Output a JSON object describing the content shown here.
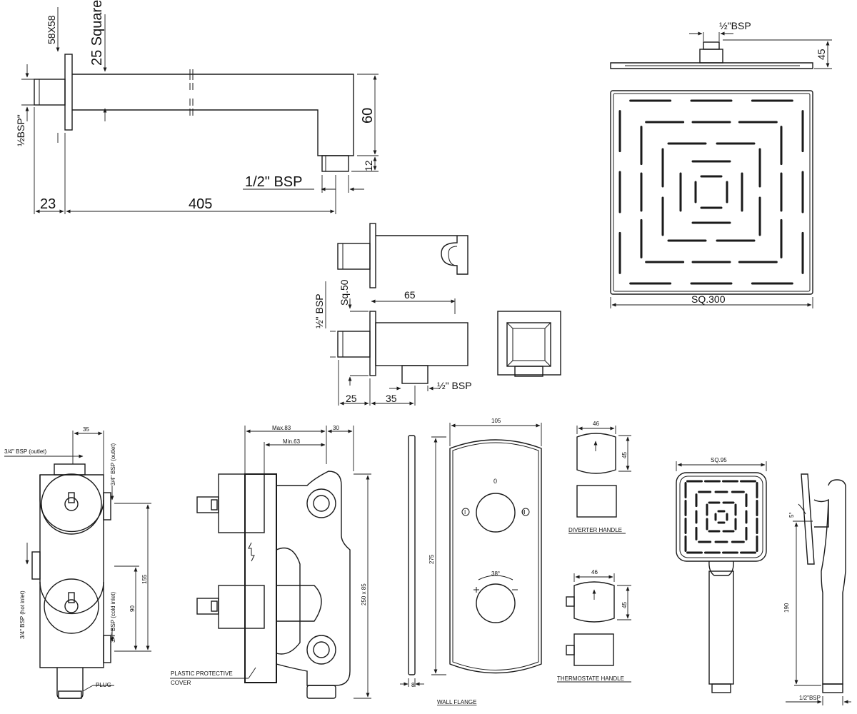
{
  "arm": {
    "flange_size": "58X58",
    "arm_section": "25 Square",
    "inlet_thread": "½BSP\"",
    "outlet_thread": "1/2\" BSP",
    "drop_height": "60",
    "nozzle_height": "12",
    "flange_offset": "23",
    "arm_length": "405"
  },
  "overhead": {
    "connection": "½\"BSP",
    "thickness": "45",
    "size": "SQ.300"
  },
  "outlet_elbow": {
    "square": "Sq.50",
    "inlet_thread": "½\" BSP",
    "length": "65",
    "outlet_thread": "½\" BSP",
    "dim_a": "25",
    "dim_b": "35"
  },
  "valve_body": {
    "width": "35",
    "outlet": "3/4\" BSP (outlet)",
    "outlet_side": "3/4\" BSP (outlet)",
    "hot_inlet": "3/4\" BSP (hot inlet)",
    "cold_inlet": "3/4\" BSP (cold inlet)",
    "height_a": "155",
    "height_b": "90",
    "plug": "PLUG"
  },
  "valve_side": {
    "max_depth": "Max.83",
    "min_depth": "Min.63",
    "cover_depth": "30",
    "cover_size": "250 x 85",
    "cover_label_1": "PLASTIC PROTECTIVE",
    "cover_label_2": "COVER"
  },
  "wall_flange": {
    "width": "105",
    "height": "275",
    "thickness": "8",
    "label": "WALL FLANGE",
    "top_mark": "0",
    "left_mark": "I",
    "right_mark": "II",
    "angle": "38°"
  },
  "diverter": {
    "width": "46",
    "height": "45",
    "label": "DIVERTER HANDLE"
  },
  "thermostat": {
    "width": "46",
    "height": "45",
    "label": "THERMOSTATE  HANDLE"
  },
  "hand_shower": {
    "size": "SQ.95",
    "angle": "5°",
    "length": "190",
    "thread": "1/2\"BSP"
  }
}
